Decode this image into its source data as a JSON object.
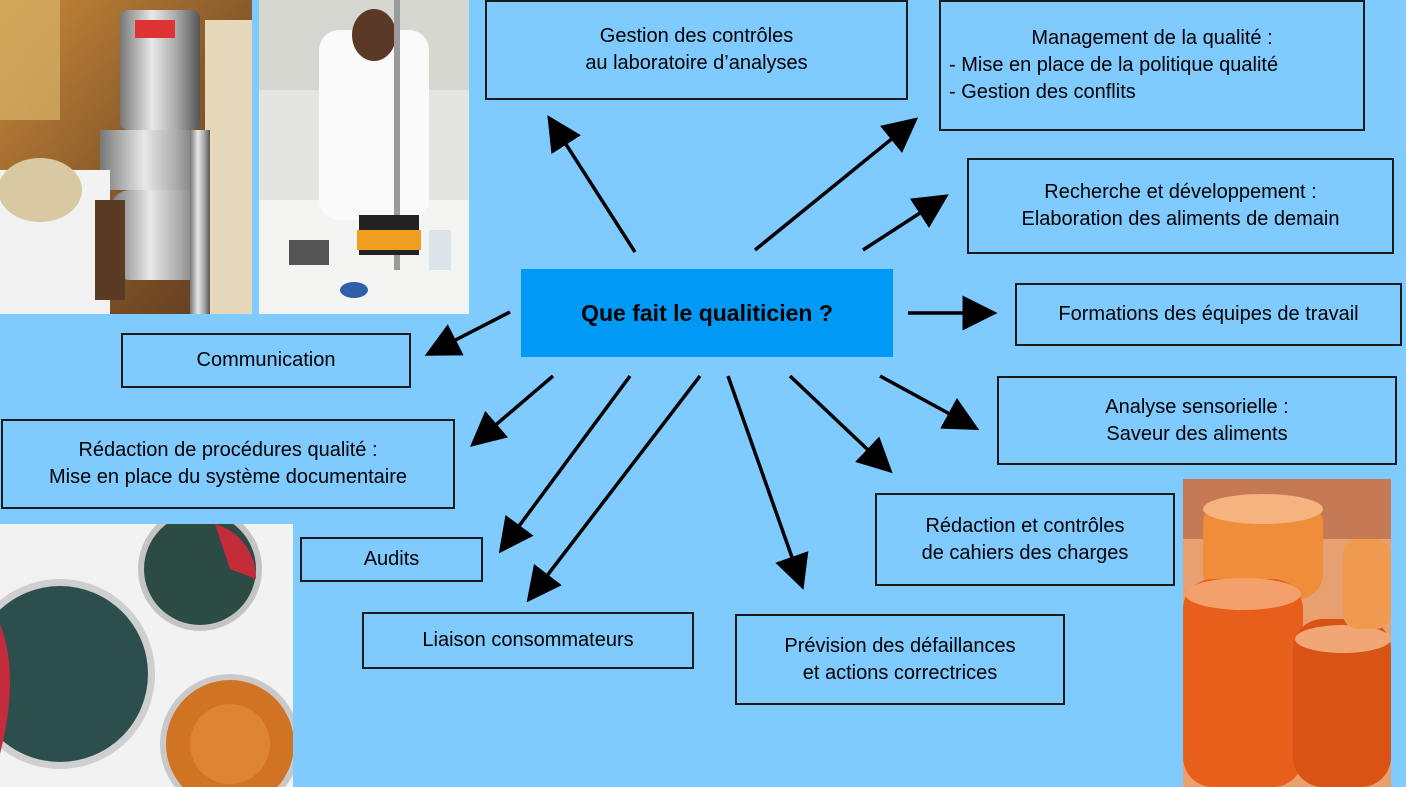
{
  "center": {
    "label": "Que fait le qualiticien ?"
  },
  "boxes": {
    "gestion_controles": [
      "Gestion des contrôles",
      "au laboratoire d’analyses"
    ],
    "management": [
      "Management de la qualité :",
      "- Mise en place de la politique qualité",
      "- Gestion des conflits"
    ],
    "recherche": [
      "Recherche et développement :",
      "Elaboration des aliments de demain"
    ],
    "formations": [
      "Formations des équipes de travail"
    ],
    "analyse": [
      "Analyse sensorielle :",
      "Saveur des aliments"
    ],
    "cahiers": [
      "Rédaction et contrôles",
      "de cahiers des charges"
    ],
    "prevision": [
      "Prévision des défaillances",
      "et actions correctrices"
    ],
    "liaison": [
      "Liaison consommateurs"
    ],
    "audits": [
      "Audits"
    ],
    "redaction_procedures": [
      "Rédaction de procédures qualité :",
      "Mise en place du système documentaire"
    ],
    "communication": [
      "Communication"
    ]
  },
  "colors": {
    "background": "#7fcbff",
    "center": "#0099f5",
    "border": "#1a1a1a"
  },
  "photos": [
    "food-production-lab-photo",
    "chemistry-lab-photo",
    "petri-dishes-photo",
    "jam-jars-photo"
  ]
}
